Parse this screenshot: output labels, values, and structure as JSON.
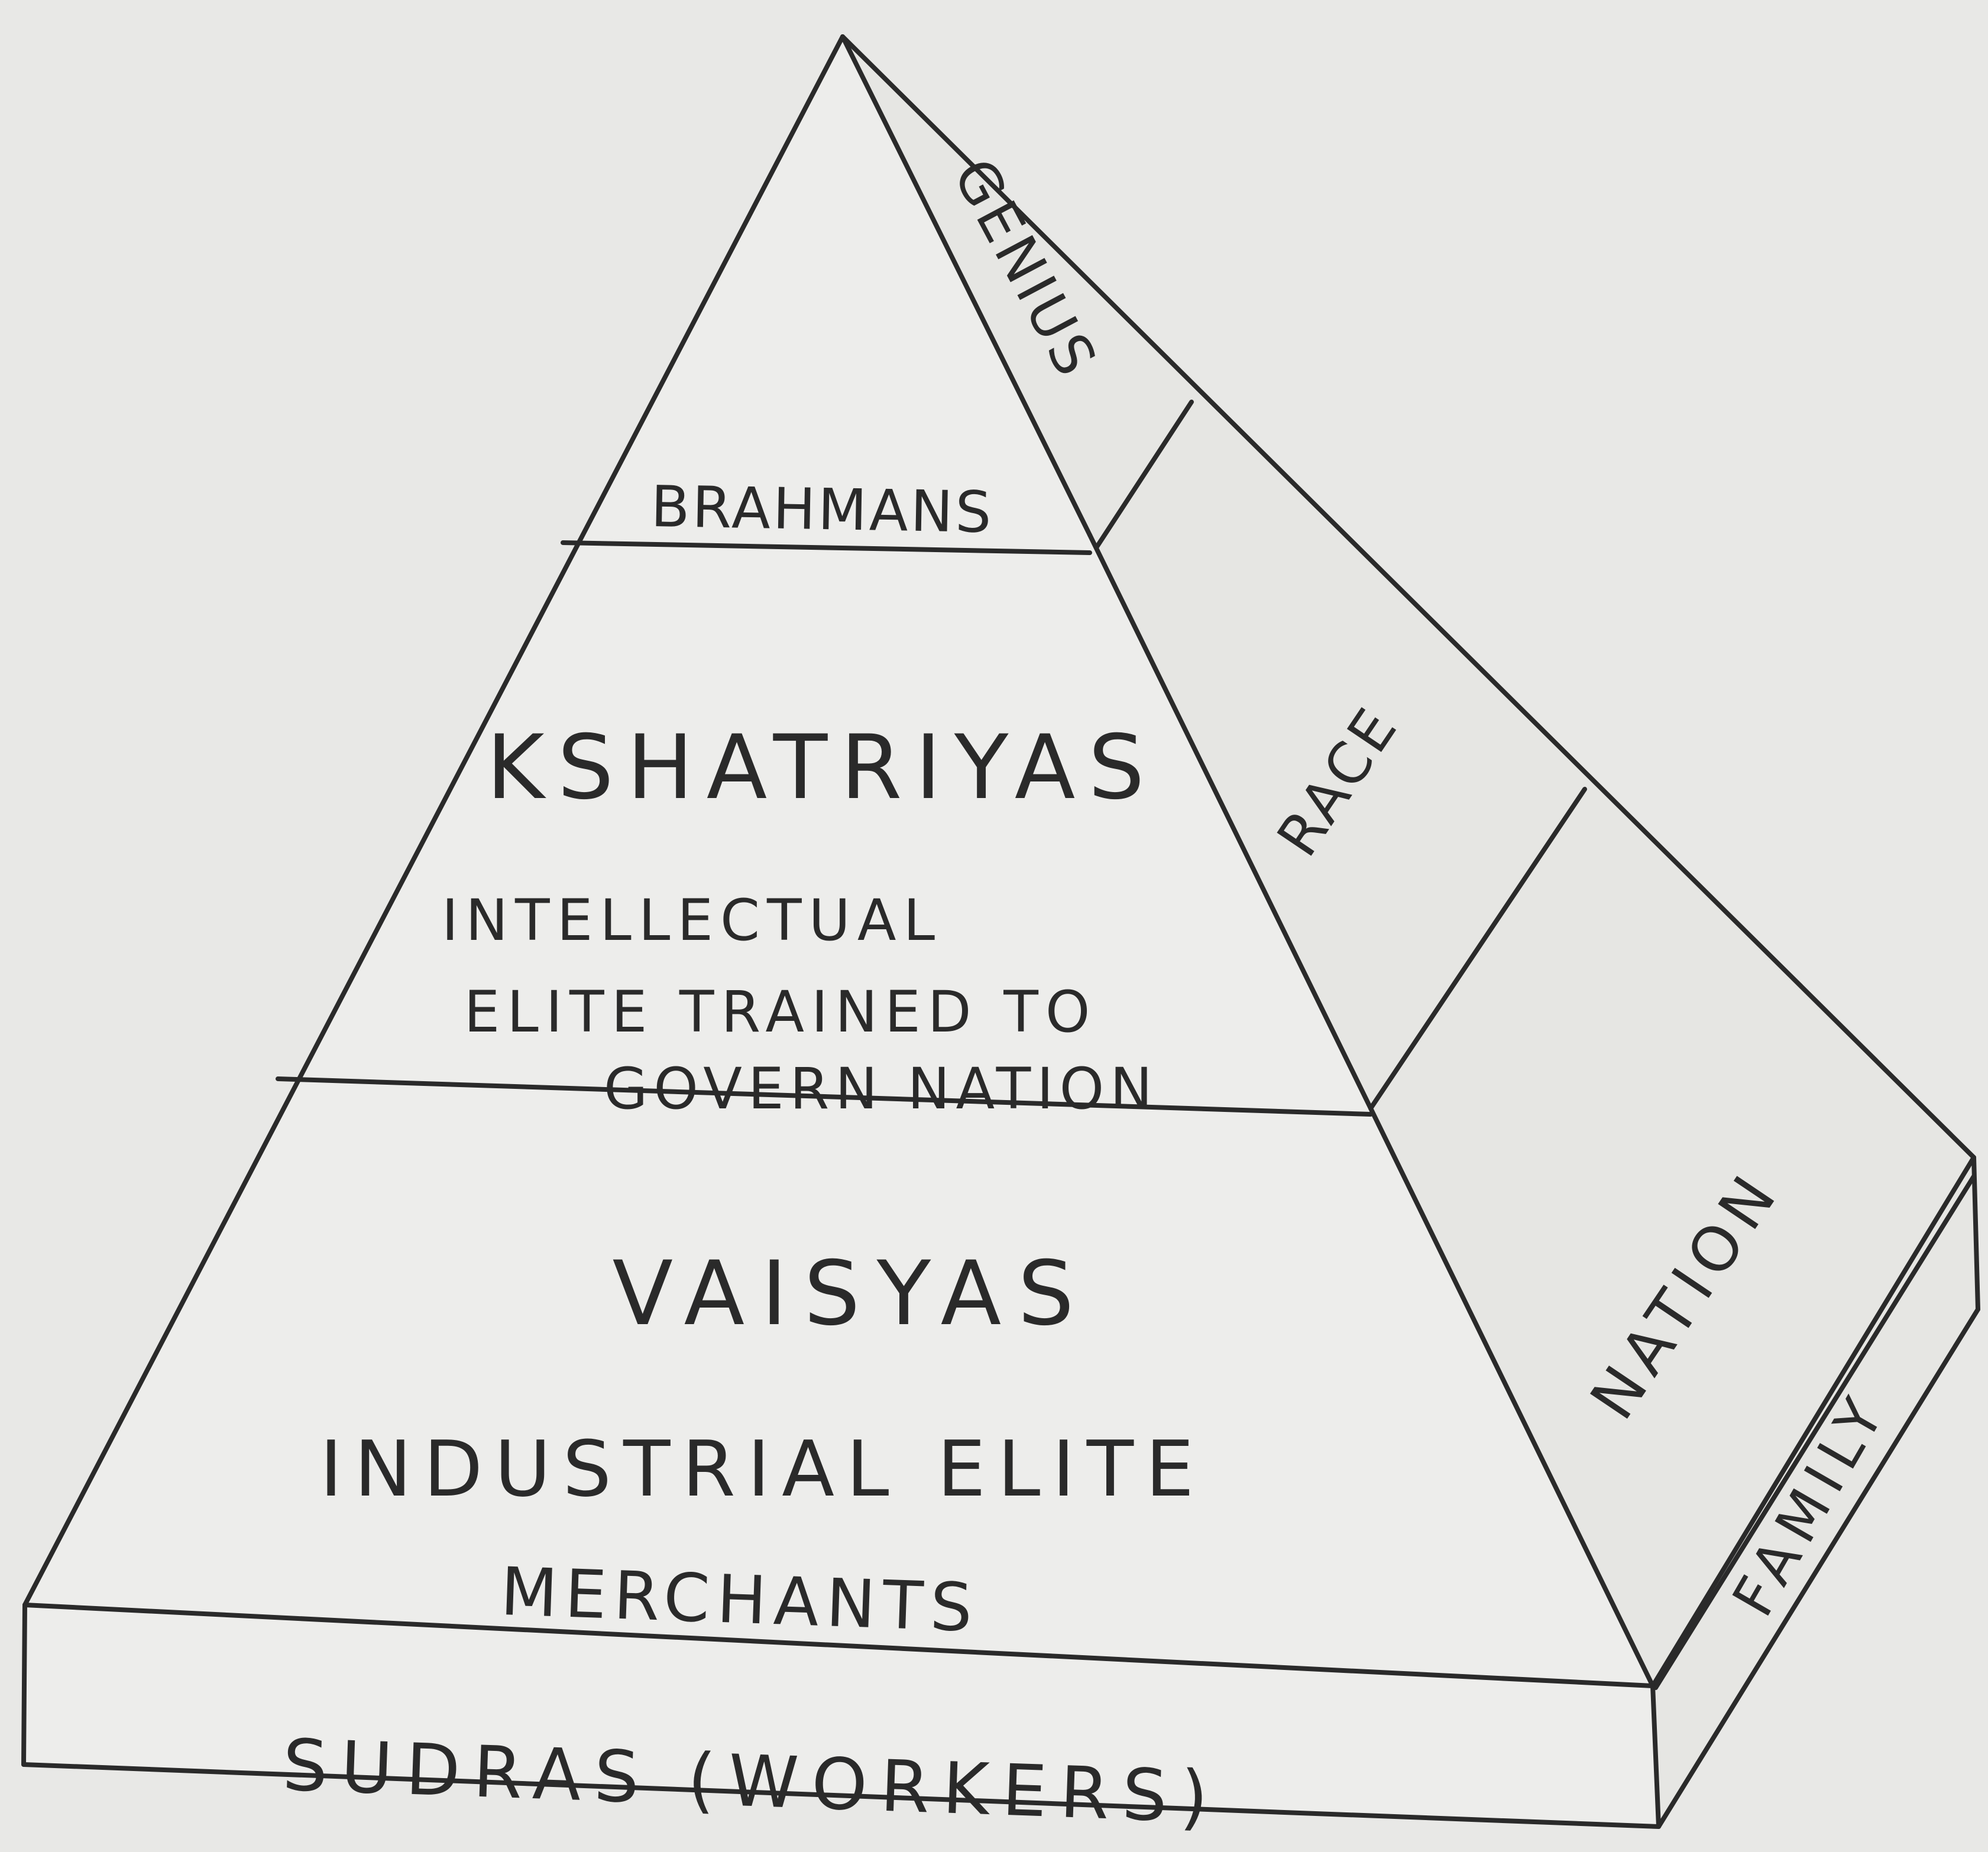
{
  "diagram": {
    "front_levels": [
      {
        "id": "brahmans",
        "title": "BRAHMANS",
        "subtitle": []
      },
      {
        "id": "kshatriyas",
        "title": "KSHATRIYAS",
        "subtitle": [
          "INTELLECTUAL",
          "ELITE TRAINED TO",
          "GOVERN NATION"
        ]
      },
      {
        "id": "vaisyas",
        "title": "VAISYAS",
        "subtitle": [
          "INDUSTRIAL ELITE",
          "MERCHANTS"
        ]
      },
      {
        "id": "sudras",
        "title": "SUDRAS (WORKERS)",
        "subtitle": []
      }
    ],
    "side_levels": [
      {
        "id": "genius",
        "label": "GENIUS"
      },
      {
        "id": "race",
        "label": "RACE"
      },
      {
        "id": "nation",
        "label": "NATION"
      },
      {
        "id": "family",
        "label": "FAMILY"
      }
    ],
    "colors": {
      "ink": "#2a2a2a",
      "paper": "#e8e8e6"
    }
  }
}
